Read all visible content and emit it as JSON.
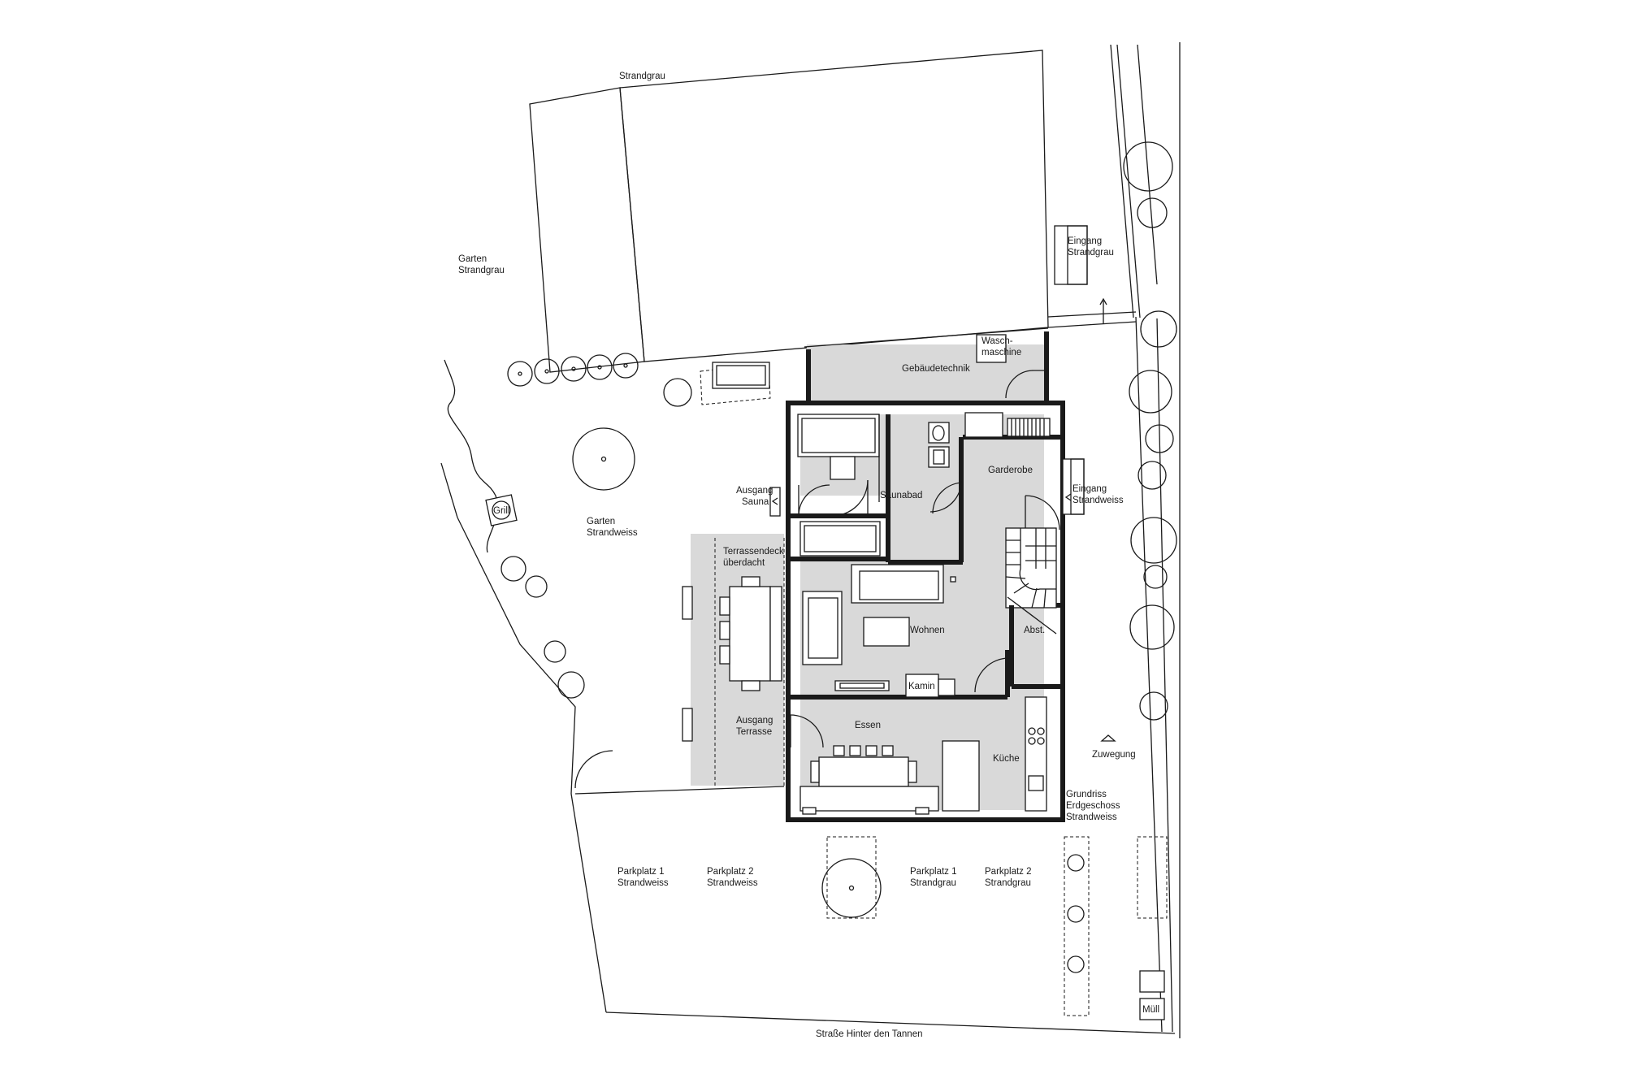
{
  "labels": {
    "strandgrau_building": "Strandgrau",
    "garten_strandgrau_1": "Garten",
    "garten_strandgrau_2": "Strandgrau",
    "garten_strandweiss_1": "Garten",
    "garten_strandweiss_2": "Strandweiss",
    "grill": "Grill",
    "gebaeudetechnik": "Gebäudetechnik",
    "waschmaschine_1": "Wasch-",
    "waschmaschine_2": "maschine",
    "eingang_strandgrau_1": "Eingang",
    "eingang_strandgrau_2": "Strandgrau",
    "ausgang_sauna_1": "Ausgang",
    "ausgang_sauna_2": "Sauna",
    "saunabad": "Saunabad",
    "garderobe": "Garderobe",
    "eingang_strandweiss_1": "Eingang",
    "eingang_strandweiss_2": "Strandweiss",
    "terrassendeck_1": "Terrassendeck",
    "terrassendeck_2": "überdacht",
    "wohnen": "Wohnen",
    "abst": "Abst.",
    "kamin": "Kamin",
    "ausgang_terrasse_1": "Ausgang",
    "ausgang_terrasse_2": "Terrasse",
    "essen": "Essen",
    "kueche": "Küche",
    "zuwegung": "Zuwegung",
    "grundriss_1": "Grundriss",
    "grundriss_2": "Erdgeschoss",
    "grundriss_3": "Strandweiss",
    "parkplatz1_sw_1": "Parkplatz 1",
    "parkplatz1_sw_2": "Strandweiss",
    "parkplatz2_sw_1": "Parkplatz 2",
    "parkplatz2_sw_2": "Strandweiss",
    "parkplatz1_sg_1": "Parkplatz 1",
    "parkplatz1_sg_2": "Strandgrau",
    "parkplatz2_sg_1": "Parkplatz 2",
    "parkplatz2_sg_2": "Strandgrau",
    "muell": "Müll",
    "strasse": "Straße Hinter den Tannen"
  },
  "colors": {
    "interior_fill": "#d9d9d9",
    "line": "#1a1a1a",
    "background": "#ffffff"
  }
}
